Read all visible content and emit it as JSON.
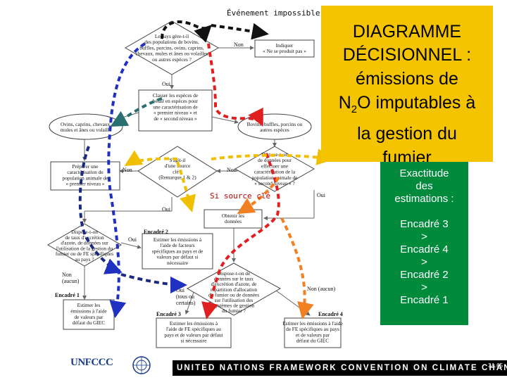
{
  "event_label": "Événement impossible",
  "title": {
    "line1": "DIAGRAMME",
    "line2": "DÉCISIONNEL :",
    "line3": "émissions de",
    "line4_pre": "N",
    "line4_sub": "2",
    "line4_post": "O imputables à",
    "line5": "la gestion du",
    "line6": "fumier"
  },
  "accuracy": {
    "heading": [
      "Exactitude",
      "des",
      "estimations :"
    ],
    "order": [
      "Encadré 3",
      ">",
      "Encadré 4",
      ">",
      "Encadré 2",
      ">",
      "Encadré 1"
    ]
  },
  "si_source_cle": "Si source clé",
  "nodes": {
    "q1": [
      "Le pays gère-t-il",
      "des populations de bovins,",
      "buffles, porcins, ovins, caprins,",
      "chevaux, mules et ânes ou volailles",
      "ou autres espèces ?"
    ],
    "indiquer": [
      "Indiquer",
      "« Ne se produit pas »"
    ],
    "classer": [
      "Classer les espèces de",
      "bétail en espèces pour",
      "une caractérisation de",
      "« premier niveau » et",
      "de « second niveau »"
    ],
    "ovins": [
      "Ovins, caprins, chevaux,",
      "mules et ânes ou volaille"
    ],
    "bovins": [
      "Bovins, buffles, porcins ou",
      "autres espèces"
    ],
    "preparer": [
      "Préparer une",
      "caractérisation de",
      "population animale de",
      "« premier niveau »"
    ],
    "sagit": [
      "S'agit-il",
      "d'une source",
      "clé ?",
      "(Remarque 1 & 2)"
    ],
    "dispose_effectuer": [
      "Dispose-t-on",
      "de données pour",
      "effectuer une",
      "caractérisation de la",
      "population animale de",
      "« second niveau » ?"
    ],
    "obtenir": [
      "Obtenir les",
      "données"
    ],
    "dispose_taux": [
      "Dispose-t-on",
      "de taux d'excrétion",
      "d'azote, de données sur",
      "l'utilisation de la gestion du",
      "fumier ou de FE spécifiques",
      "au pays ?"
    ],
    "estimer2": [
      "Estimer les émissions à",
      "l'aide de facteurs",
      "spécifiques au pays et de",
      "valeurs par défaut si",
      "nécessaire"
    ],
    "dispose_ie": [
      "Dispose-t-on de",
      "données sur le taux",
      "d'excrétion d'azote, de",
      "répartition d'allocation",
      "du fumier ou de données",
      "sur l'utilisation des",
      "systèmes de gestion",
      "du fumier ?"
    ],
    "estimer4": [
      "Estimer les émissions à l'aide",
      "de FE spécifiques au pays",
      "et de valeurs par",
      "défaut du GIEC"
    ],
    "estimer3": [
      "Estimer les émissions à",
      "l'aide de FE spécifiques au",
      "pays et de valeurs par défaut",
      "si nécessaire"
    ],
    "estimer1": [
      "Estimer les",
      "émissions à l'aide",
      "de valeurs par",
      "défaut du GIEC"
    ]
  },
  "labels": {
    "non": "Non",
    "oui": "Oui",
    "non_aucun": "Non (aucun)",
    "non_aucun_left": [
      "Non",
      "(aucun)"
    ],
    "oui_tous": [
      "Oui",
      "(tous ou",
      "certains)"
    ],
    "encadre1": "Encadré 1",
    "encadre2": "Encadré 2",
    "encadre3": "Encadré 3",
    "encadre4": "Encadré 4"
  },
  "footer": {
    "logo": "UNFCCC",
    "bar": "UNITED NATIONS FRAMEWORK CONVENTION ON CLIMATE CHANGE",
    "slide": "3A.65"
  },
  "colors": {
    "title_bg": "#f5c400",
    "green_box": "#008a3c",
    "arrow_black": "#111111",
    "arrow_red": "#e02020",
    "arrow_orange": "#f08020",
    "arrow_blue": "#2030c0",
    "arrow_teal": "#2a7070",
    "arrow_yellow": "#f0c000",
    "flow_line": "#666666"
  }
}
